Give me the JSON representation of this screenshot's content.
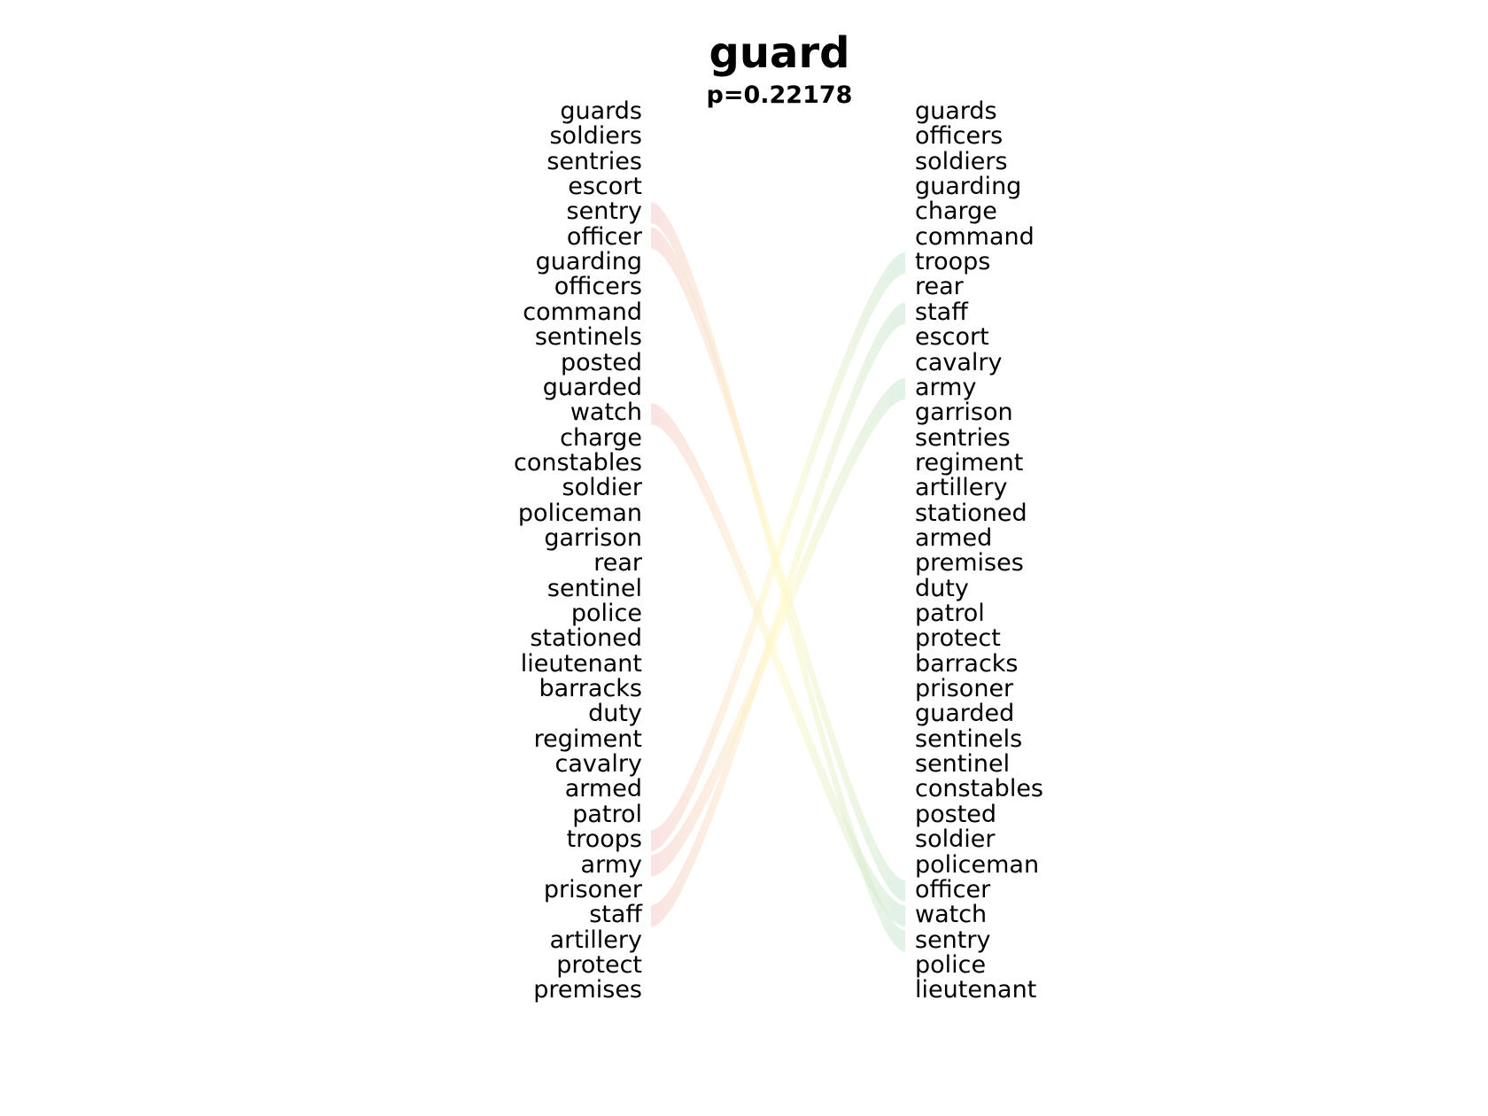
{
  "title": "guard",
  "subtitle": "p=0.22178",
  "left_words": [
    "guards",
    "soldiers",
    "sentries",
    "escort",
    "sentry",
    "officer",
    "guarding",
    "officers",
    "command",
    "sentinels",
    "posted",
    "guarded",
    "watch",
    "charge",
    "constables",
    "soldier",
    "policeman",
    "garrison",
    "rear",
    "sentinel",
    "police",
    "stationed",
    "lieutenant",
    "barracks",
    "duty",
    "regiment",
    "cavalry",
    "armed",
    "patrol",
    "troops",
    "army",
    "prisoner",
    "staff",
    "artillery",
    "protect",
    "premises"
  ],
  "right_words": [
    "guards",
    "officers",
    "soldiers",
    "guarding",
    "charge",
    "command",
    "troops",
    "rear",
    "staff",
    "escort",
    "cavalry",
    "army",
    "garrison",
    "sentries",
    "regiment",
    "artillery",
    "stationed",
    "armed",
    "premises",
    "duty",
    "patrol",
    "protect",
    "barracks",
    "prisoner",
    "guarded",
    "sentinels",
    "sentinel",
    "constables",
    "posted",
    "soldier",
    "policeman",
    "officer",
    "watch",
    "sentry",
    "police",
    "lieutenant"
  ],
  "links": [
    {
      "from": "sentry",
      "to": "sentry"
    },
    {
      "from": "officer",
      "to": "officer"
    },
    {
      "from": "watch",
      "to": "watch"
    },
    {
      "from": "troops",
      "to": "troops"
    },
    {
      "from": "army",
      "to": "army"
    },
    {
      "from": "staff",
      "to": "staff"
    }
  ],
  "colors": {
    "left_end": "#f4cccc",
    "middle": "#fff9c8",
    "right_end": "#c8e6d2"
  }
}
